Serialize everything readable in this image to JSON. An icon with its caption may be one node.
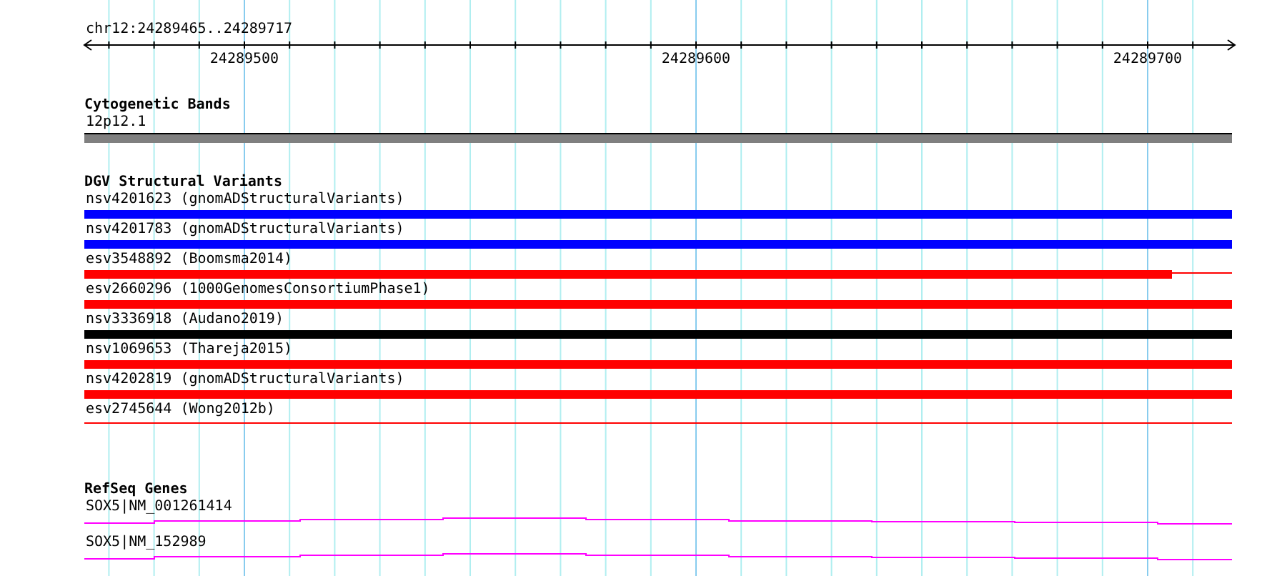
{
  "diagram": {
    "labels": [
      "chr12:24289465..24289717",
      "24289500",
      "24289600",
      "24289700",
      "Cytogenetic Bands",
      "12p12.1",
      "DGV Structural Variants",
      "nsv4201623 (gnomADStructuralVariants)",
      "nsv4201783 (gnomADStructuralVariants)",
      "esv3548892 (Boomsma2014)",
      "esv2660296 (1000GenomesConsortiumPhase1)",
      "nsv3336918 (Audano2019)",
      "nsv1069653 (Thareja2015)",
      "nsv4202819 (gnomADStructuralVariants)",
      "esv2745644 (Wong2012b)",
      "RefSeq Genes",
      "SOX5|NM_001261414",
      "SOX5|NM_152989"
    ]
  }
}
